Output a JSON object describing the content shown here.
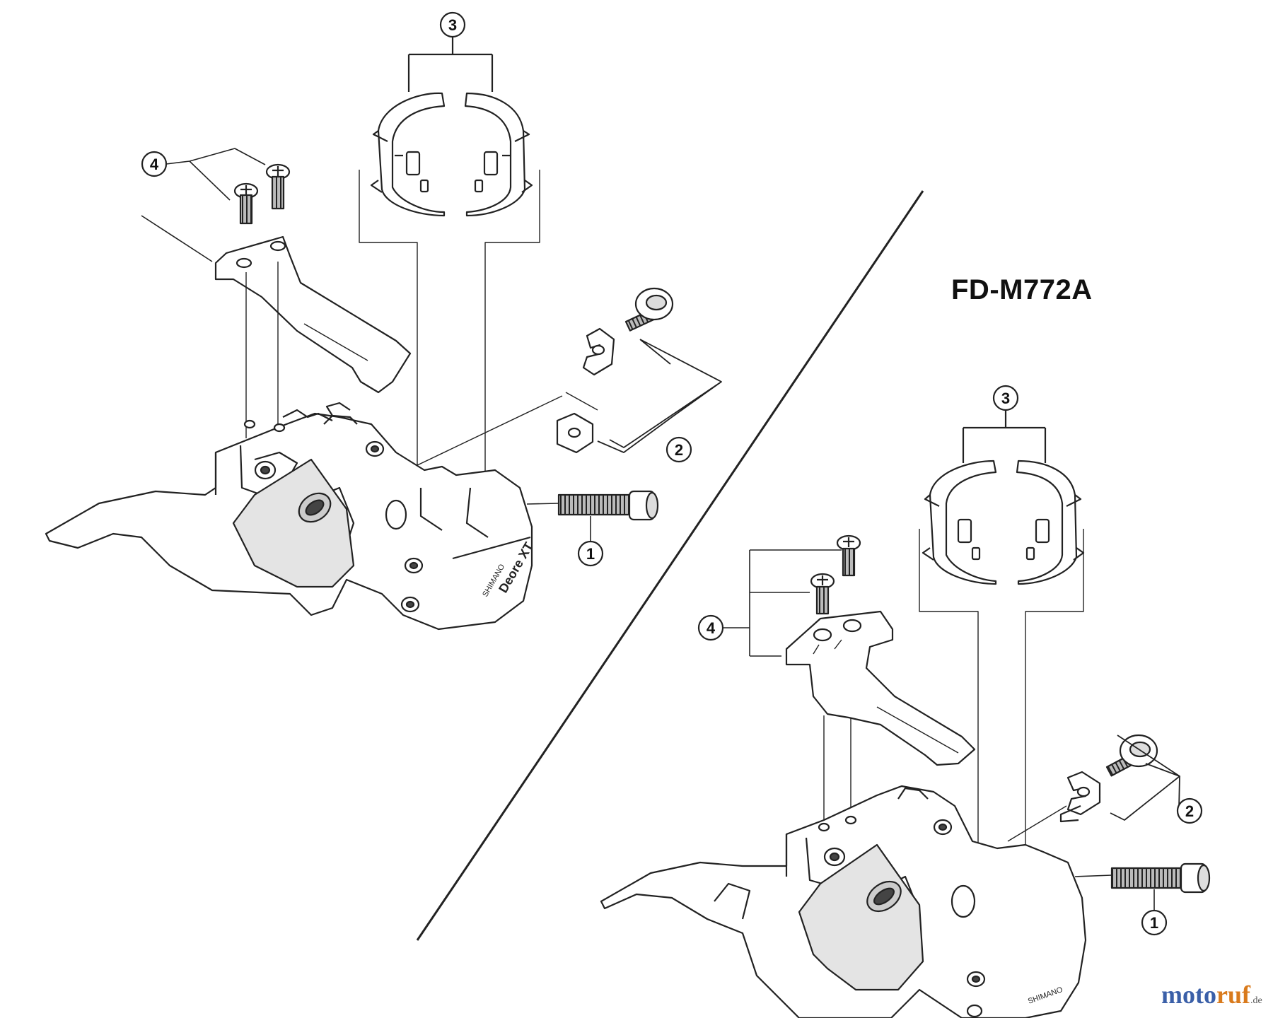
{
  "title": "FD-M772A",
  "callouts": {
    "top_left": [
      "1",
      "2",
      "3",
      "4"
    ],
    "bottom_right": [
      "1",
      "2",
      "3",
      "4"
    ]
  },
  "brand_marks": {
    "body": "SHIMANO",
    "series": "Deore XT"
  },
  "watermark": {
    "part1": "moto",
    "part2": "ruf",
    "suffix": ".de"
  },
  "colors": {
    "line": "#222222",
    "fill": "#ffffff",
    "shade": "#d4d4d4",
    "dark": "#3a3a3a"
  }
}
